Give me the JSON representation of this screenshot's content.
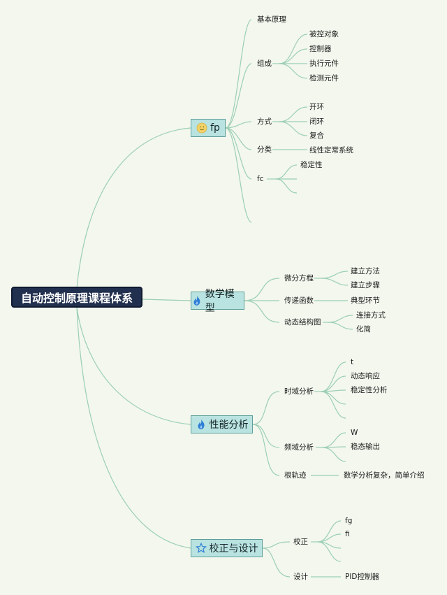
{
  "root": {
    "title": "自动控制原理课程体系"
  },
  "branches": {
    "fp": {
      "label": "fp",
      "icon": "smiley-face-icon"
    },
    "model": {
      "label": "数学模型",
      "icon": "fire-icon"
    },
    "perf": {
      "label": "性能分析",
      "icon": "fire-icon"
    },
    "design": {
      "label": "校正与设计",
      "icon": "star-icon"
    }
  },
  "fp": {
    "principle": "基本原理",
    "composition": "组成",
    "comp_items": [
      "被控对象",
      "控制器",
      "执行元件",
      "检测元件"
    ],
    "mode": "方式",
    "mode_items": [
      "开环",
      "闭环",
      "复合"
    ],
    "category": "分类",
    "category_item": "线性定常系统",
    "fc": "fc",
    "fc_item": "稳定性"
  },
  "model": {
    "diff": "微分方程",
    "diff_items": [
      "建立方法",
      "建立步骤"
    ],
    "transfer": "传递函数",
    "transfer_item": "典型环节",
    "dyn": "动态结构图",
    "dyn_items": [
      "连接方式",
      "化简"
    ]
  },
  "perf": {
    "time": "时域分析",
    "time_items": [
      "t",
      "动态响应",
      "稳定性分析"
    ],
    "freq": "频域分析",
    "freq_items": [
      "W",
      "稳态输出"
    ],
    "locus": "根轨迹",
    "locus_item": "数学分析复杂，简单介绍"
  },
  "design": {
    "correct": "校正",
    "correct_items": [
      "fg",
      "fi"
    ],
    "design": "设计",
    "design_item": "PID控制器"
  },
  "colors": {
    "line": "#9ccfb4",
    "root_bg": "#22304f",
    "branch_bg": "#b9e3e0",
    "background": "#f3f7ee"
  }
}
